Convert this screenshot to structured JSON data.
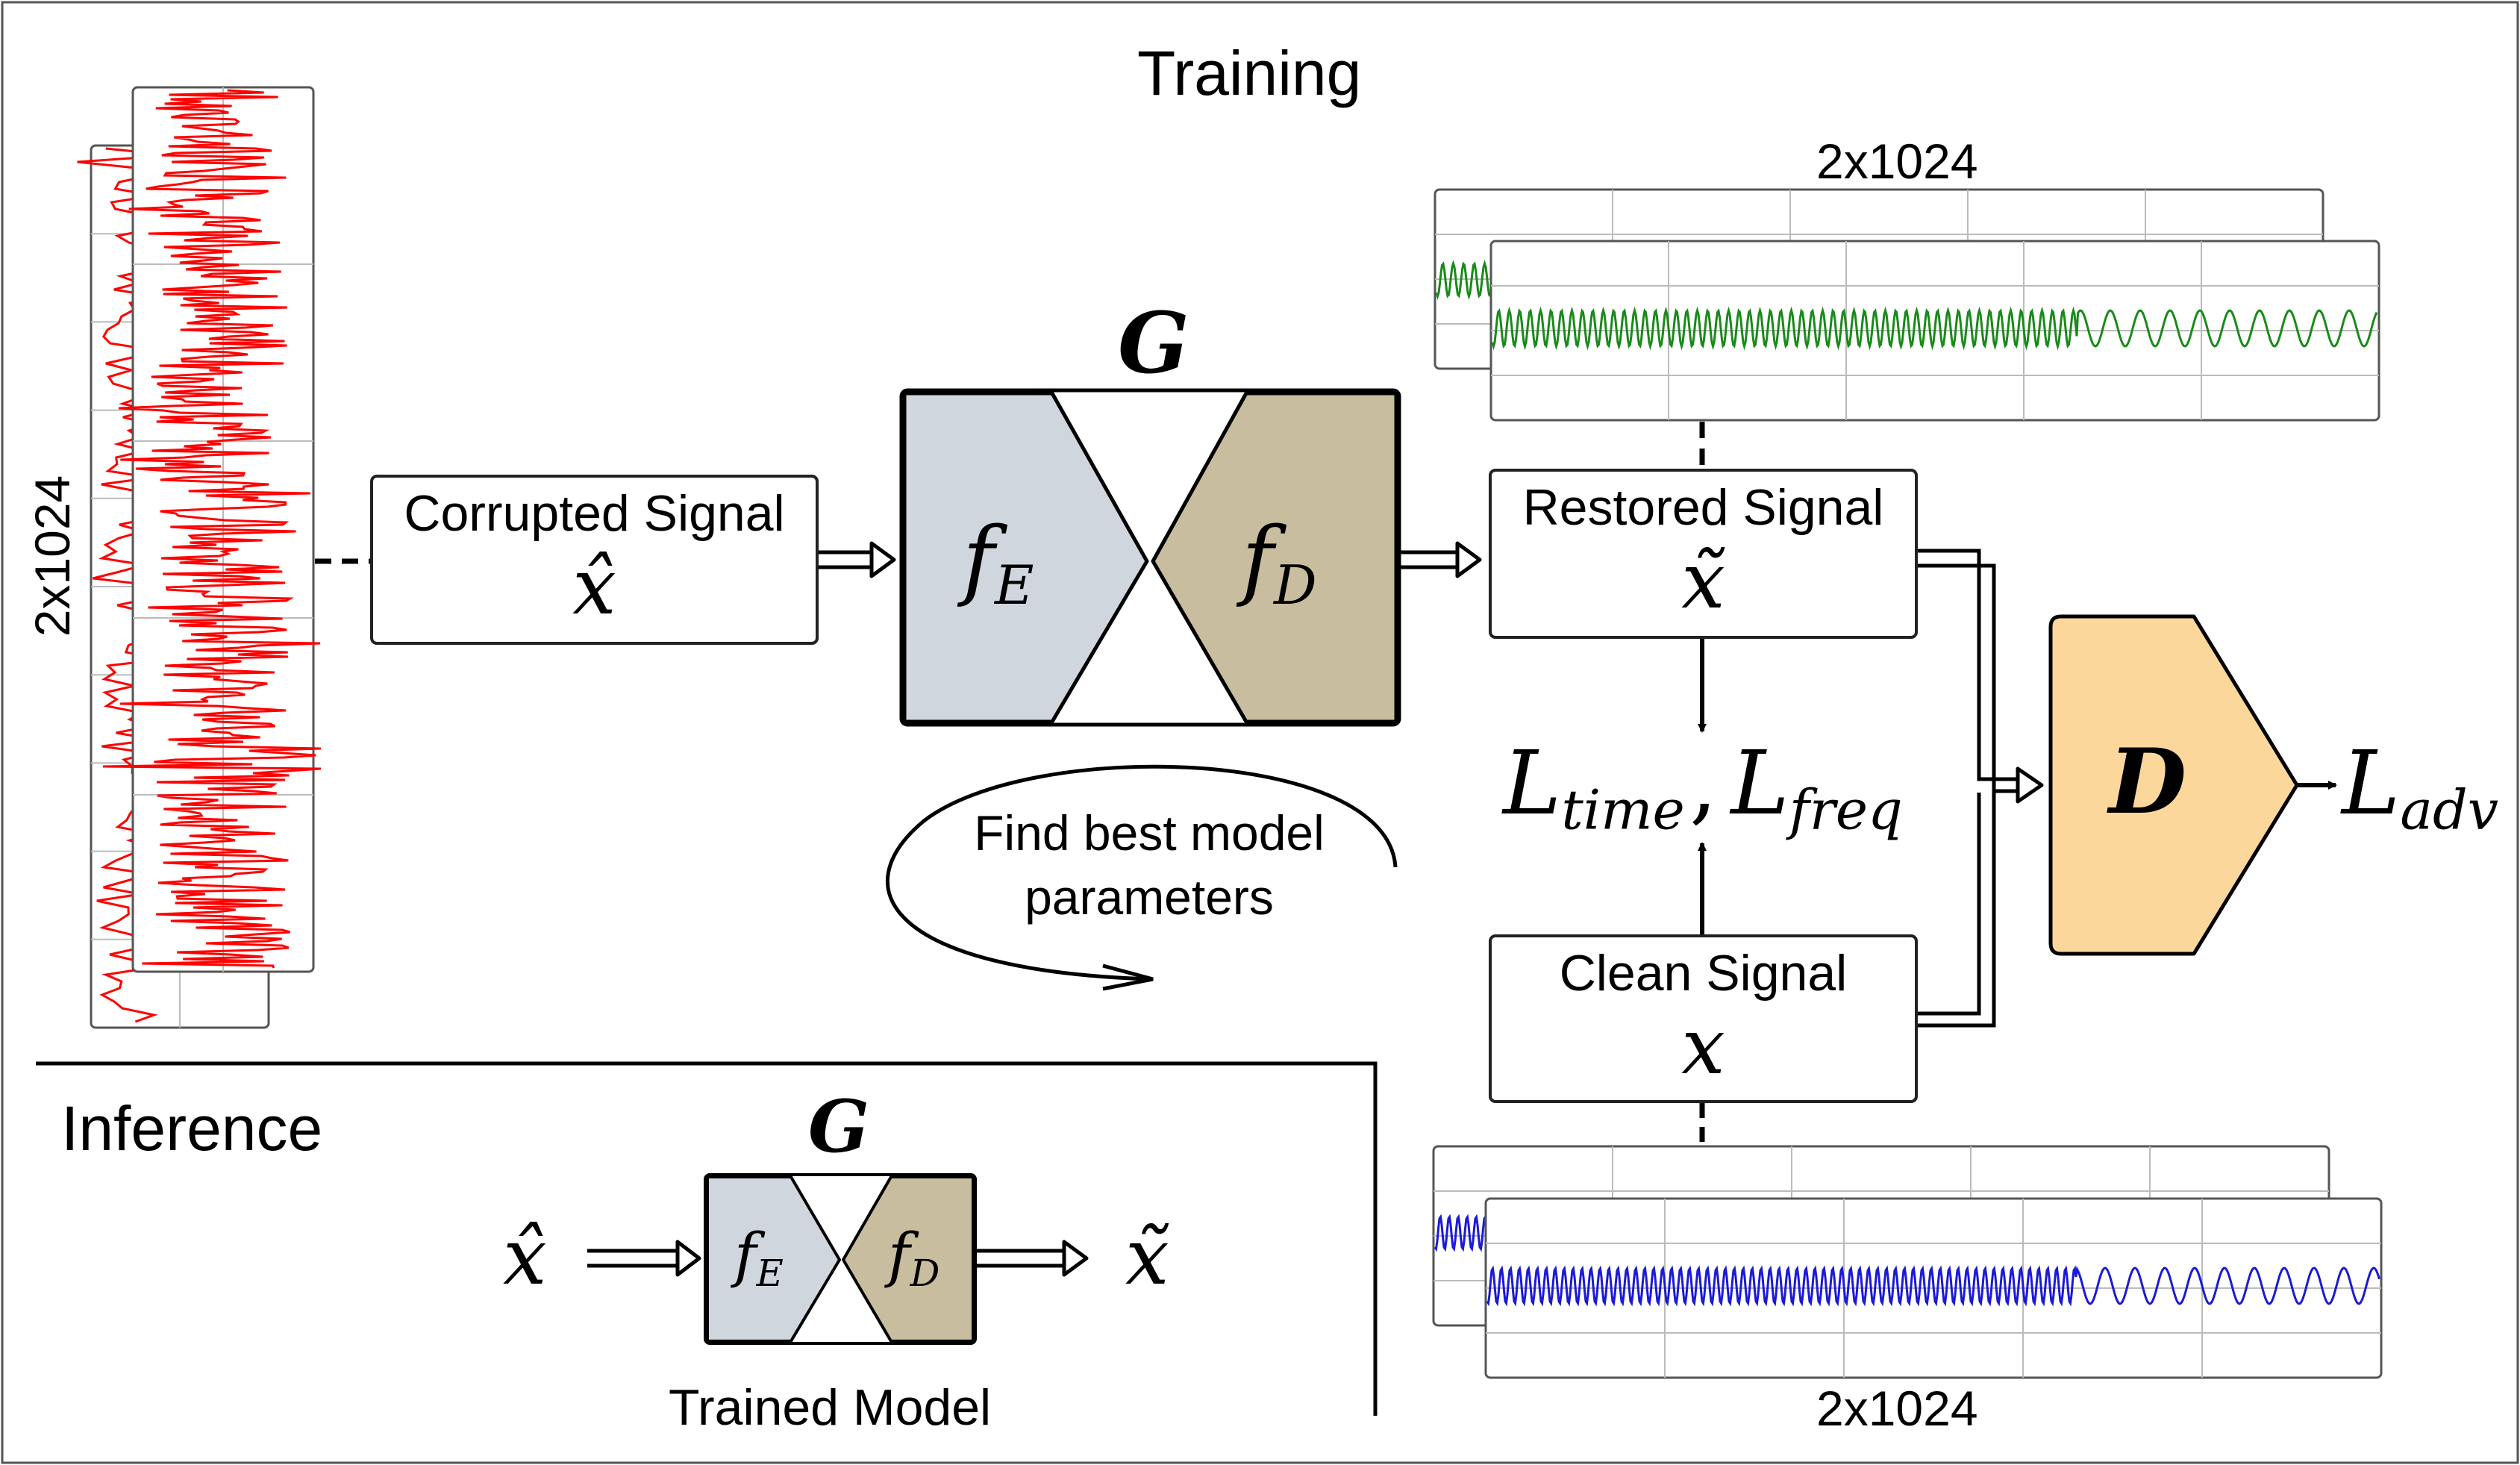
{
  "title_training": "Training",
  "title_inference": "Inference",
  "dim_label": "2x1024",
  "generator_label": "G",
  "encoder": {
    "symbol": "f",
    "sub": "E"
  },
  "decoder": {
    "symbol": "f",
    "sub": "D"
  },
  "discriminator_label": "D",
  "corrupted": {
    "title": "Corrupted Signal",
    "symbol": "x̂"
  },
  "restored": {
    "title": "Restored Signal",
    "symbol": "x̃"
  },
  "clean": {
    "title": "Clean Signal",
    "symbol": "x"
  },
  "loss_time": {
    "symbol": "L",
    "sub": "time"
  },
  "loss_sep": ",",
  "loss_freq": {
    "symbol": "L",
    "sub": "freq"
  },
  "loss_adv": {
    "symbol": "L",
    "sub": "adv"
  },
  "loop_text_line1": "Find best model",
  "loop_text_line2": "parameters",
  "inference_input": "x̂",
  "inference_output": "x̃",
  "trained_model_label": "Trained Model",
  "colors": {
    "corrupted_fill": "#fcd6d6",
    "restored_fill": "#c4f4c4",
    "clean_fill": "#cfe2fa",
    "encoder_fill": "#d0d6de",
    "decoder_fill": "#c8bd9e",
    "discriminator_fill": "#fbd79c",
    "noise_signal": "#ff0000",
    "restored_signal": "#1a8a1a",
    "clean_signal": "#1a1ad6"
  }
}
